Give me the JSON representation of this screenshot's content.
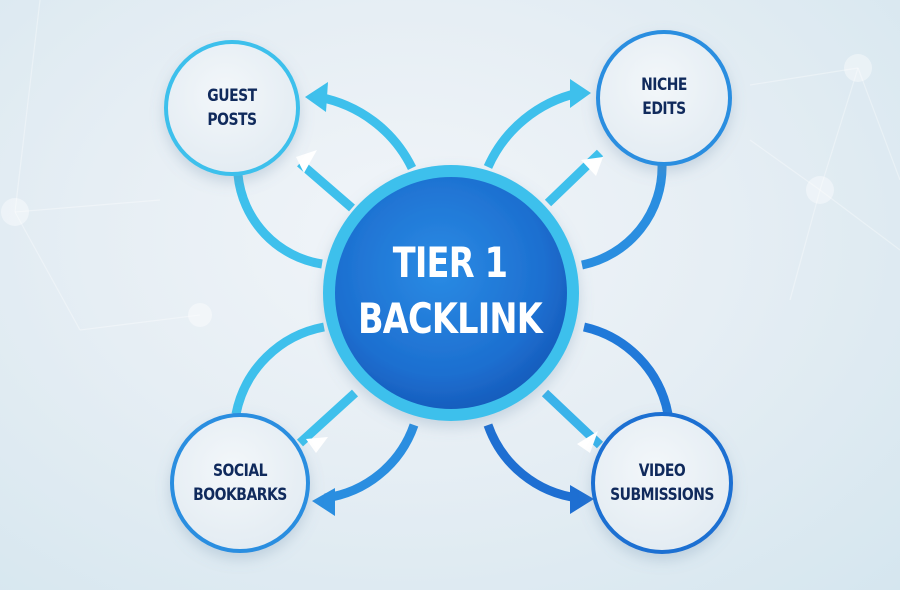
{
  "diagram": {
    "center": {
      "line1": "TIER 1",
      "line2": "BACKLINK"
    },
    "nodes": [
      {
        "id": "guest-posts",
        "line1": "GUEST",
        "line2": "POSTS"
      },
      {
        "id": "niche-edits",
        "line1": "NICHE",
        "line2": "EDITS"
      },
      {
        "id": "social-bookbarks",
        "line1": "SOCIAL",
        "line2": "BOOKBARKS"
      },
      {
        "id": "video-submissions",
        "line1": "VIDEO",
        "line2": "SUBMISSIONS"
      }
    ],
    "colors": {
      "center_fill": "#1d6fd0",
      "center_ring": "#3ec0ec",
      "light_blue": "#3ec0ec",
      "mid_blue": "#2a8ee0",
      "dark_blue": "#1e6fd2",
      "label_text": "#102a5c",
      "background": "#e6eef4"
    }
  }
}
